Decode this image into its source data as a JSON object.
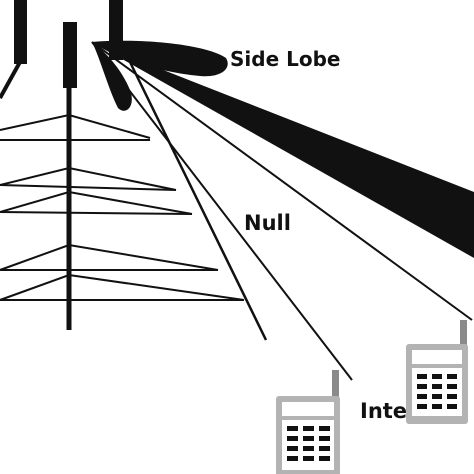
{
  "labels": {
    "side_lobe": "Side Lobe",
    "null": "Null",
    "interferer": "Interfe"
  },
  "colors": {
    "ink": "#111111",
    "phone_body": "#b3b3b3",
    "phone_antenna": "#8a8a8a",
    "screen": "#ffffff"
  },
  "icons": [
    "antenna-element-icon",
    "mobile-phone-icon"
  ]
}
